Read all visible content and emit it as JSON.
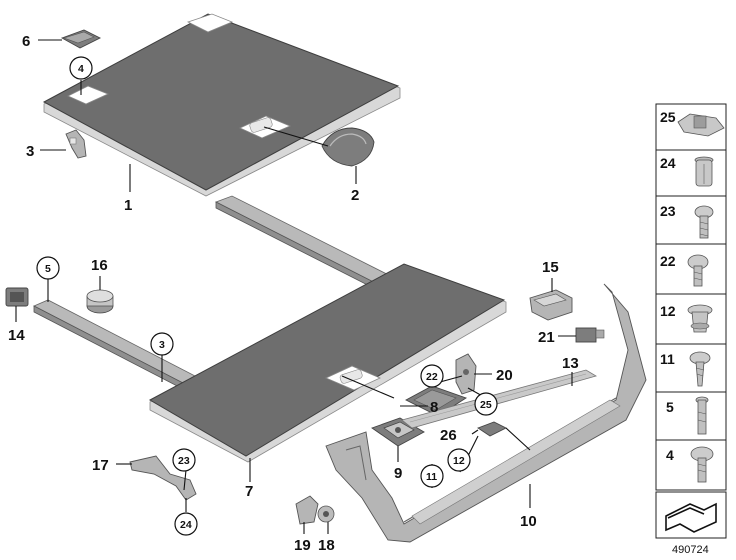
{
  "diagram": {
    "labels": {
      "l1": "1",
      "l2": "2",
      "l3a": "3",
      "l3b": "3",
      "l4": "4",
      "l5": "5",
      "l6": "6",
      "l7": "7",
      "l8": "8",
      "l9": "9",
      "l10": "10",
      "l11": "11",
      "l12": "12",
      "l13": "13",
      "l14": "14",
      "l15": "15",
      "l16": "16",
      "l17": "17",
      "l18": "18",
      "l19": "19",
      "l20": "20",
      "l21": "21",
      "l22": "22",
      "l23": "23",
      "l24": "24",
      "l25": "25",
      "l26": "26"
    },
    "legend_table": [
      "25",
      "24",
      "23",
      "22",
      "12",
      "11",
      "5",
      "4"
    ],
    "image_code": "490724"
  }
}
